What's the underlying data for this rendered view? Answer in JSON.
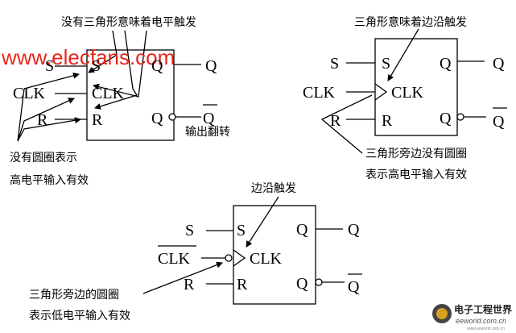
{
  "watermark": {
    "text": "www.elecfans.com",
    "color": "#e8261c"
  },
  "logo": {
    "title": "电子工程世界",
    "url": "eeworld.com.cn",
    "sub": "www.eeworld.com.cn"
  },
  "diagram1": {
    "annotation_top": "没有三角形意味着电平触发",
    "annotation_left_1": "没有圆圈表示",
    "annotation_left_2": "高电平输入有效",
    "annotation_output": "输出翻转",
    "pins": {
      "s": "S",
      "clk": "CLK",
      "r": "R",
      "q": "Q",
      "qbar": "Q"
    },
    "external": {
      "s": "S",
      "clk": "CLK",
      "r": "R",
      "q": "Q",
      "qbar": "Q"
    }
  },
  "diagram2": {
    "annotation_top": "三角形意味着边沿触发",
    "annotation_bottom_1": "三角形旁边没有圆圈",
    "annotation_bottom_2": "表示高电平输入有效",
    "pins": {
      "s": "S",
      "clk": "CLK",
      "r": "R",
      "q": "Q",
      "qbar": "Q"
    },
    "external": {
      "s": "S",
      "clk": "CLK",
      "r": "R",
      "q": "Q",
      "qbar": "Q"
    }
  },
  "diagram3": {
    "annotation_top": "边沿触发",
    "annotation_bottom_1": "三角形旁边的圆圈",
    "annotation_bottom_2": "表示低电平输入有效",
    "pins": {
      "s": "S",
      "clk": "CLK",
      "r": "R",
      "q": "Q",
      "qbar": "Q"
    },
    "external": {
      "s": "S",
      "clk": "CLK",
      "r": "R",
      "q": "Q",
      "qbar": "Q"
    }
  }
}
